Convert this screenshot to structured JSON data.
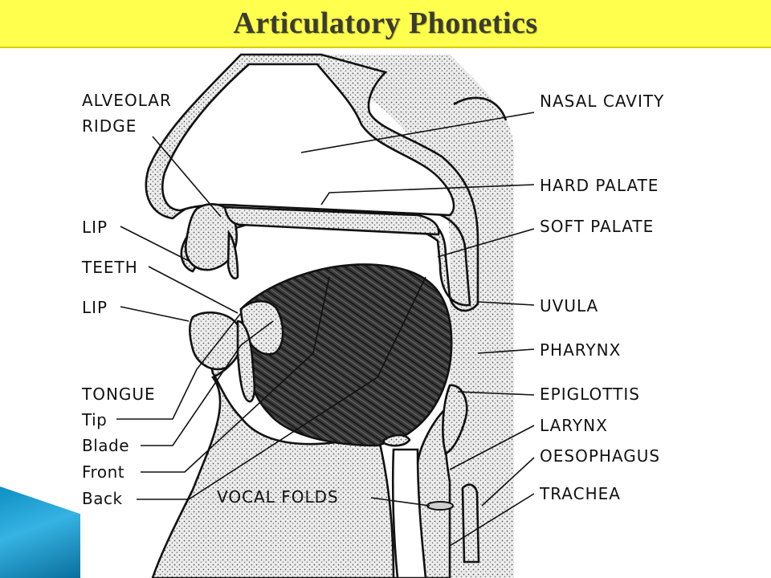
{
  "title": "Articulatory Phonetics",
  "labels": {
    "alveolar_ridge_1": "ALVEOLAR",
    "alveolar_ridge_2": "RIDGE",
    "nasal_cavity": "NASAL CAVITY",
    "hard_palate": "HARD PALATE",
    "soft_palate": "SOFT PALATE",
    "lip_upper": "LIP",
    "teeth": "TEETH",
    "lip_lower": "LIP",
    "uvula": "UVULA",
    "pharynx": "PHARYNX",
    "tongue": "TONGUE",
    "epiglottis": "EPIGLOTTIS",
    "tip": "Tip",
    "larynx": "LARYNX",
    "blade": "Blade",
    "oesophagus": "OESOPHAGUS",
    "front": "Front",
    "back": "Back",
    "vocal_folds": "VOCAL FOLDS",
    "trachea": "TRACHEA"
  },
  "colors": {
    "title_bar": "#ffff4d",
    "title_text": "#3a3a3a",
    "accent_wedge": "#1fa3d8",
    "line_art": "#111111"
  }
}
